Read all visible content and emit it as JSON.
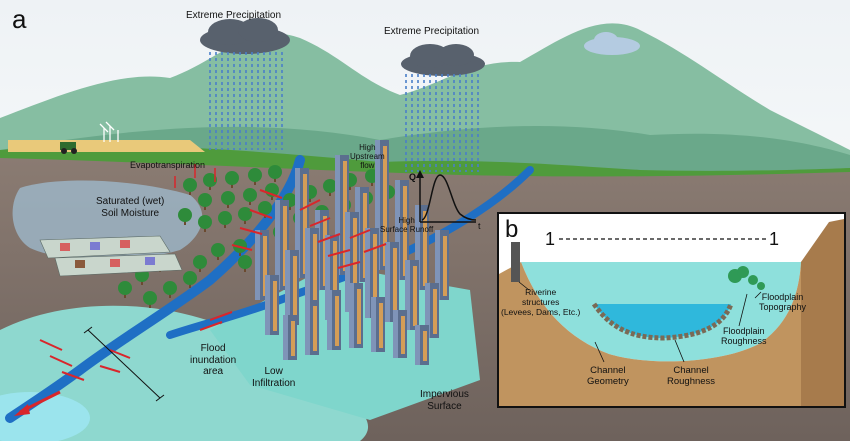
{
  "panel_a": {
    "letter": "a",
    "labels": {
      "extreme_precip_left": "Extreme Precipitation",
      "extreme_precip_right": "Extreme Precipitation",
      "evapotranspiration": "Evapotranspiration",
      "saturated_soil": "Saturated (wet)\nSoil Moisture",
      "high_upstream_flow": "High\nUpstream\nflow",
      "high_surface_runoff": "High\nSurface Runoff",
      "flood_inundation": "Flood\ninundation\narea",
      "low_infiltration": "Low\nInfiltration",
      "impervious_surface": "Impervious\nSurface",
      "hydrograph_q": "Q",
      "hydrograph_t": "t"
    }
  },
  "panel_b": {
    "letter": "b",
    "section_left": "1",
    "section_right": "1",
    "labels": {
      "riverine_structures": "Riverine\nstructures\n(Levees, Dams, Etc.)",
      "channel_geometry": "Channel\nGeometry",
      "channel_roughness": "Channel\nRoughness",
      "floodplain_roughness": "Floodplain\nRoughness",
      "floodplain_topography": "Floodplain\nTopography"
    }
  },
  "colors": {
    "sky": "#f4f6f8",
    "mountain": "#7fb59a",
    "grass": "#4e9a3c",
    "ground": "#7a6d66",
    "water_light": "#8fd6d0",
    "river": "#1f6fc4",
    "cloud": "#5a6470",
    "rain": "#4a7fc9",
    "arrow_red": "#d9262b",
    "tree": "#2e8b3a"
  }
}
